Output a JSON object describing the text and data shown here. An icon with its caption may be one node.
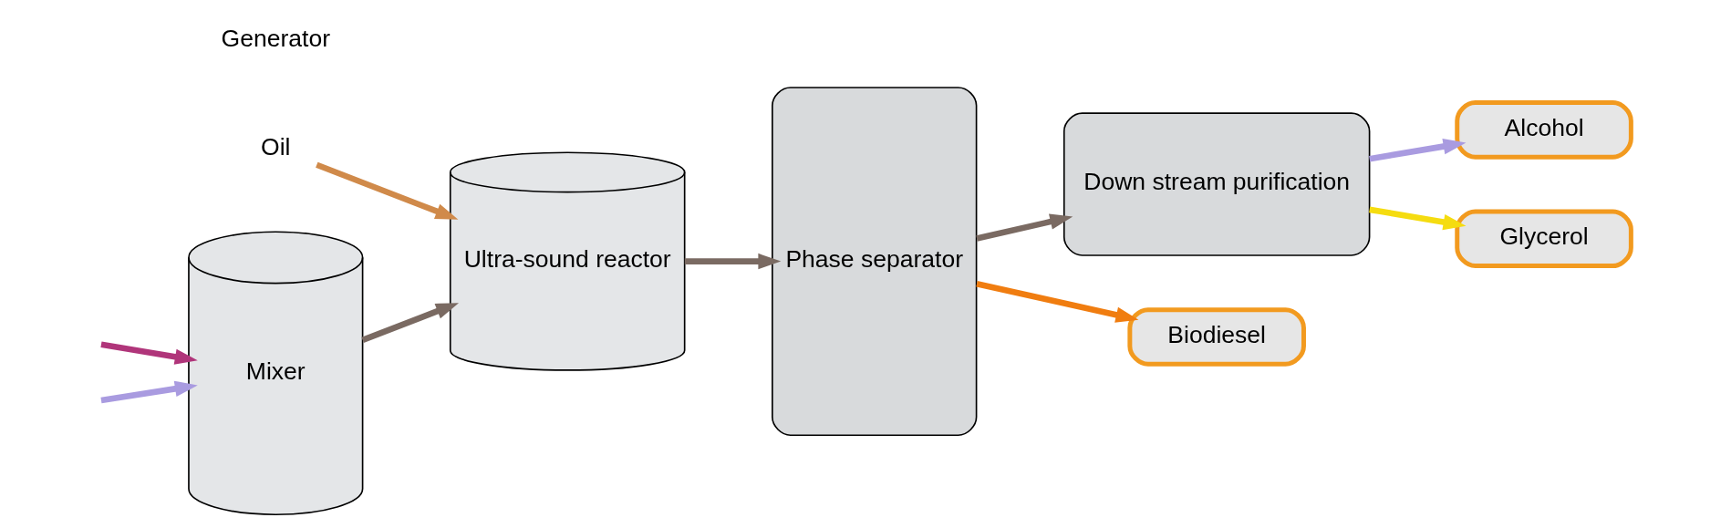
{
  "diagram": {
    "nodes": [
      {
        "text": [
          "Mixer"
        ]
      },
      {
        "text": [
          "Ultra-sound reactor"
        ]
      },
      {
        "text": [
          "Oil"
        ]
      },
      {
        "text": [
          "Phase separator"
        ]
      },
      {
        "text": [
          "Down stream purification"
        ]
      },
      {
        "text": [
          "Biodiesel"
        ]
      },
      {
        "text": [
          "Alcohol"
        ]
      },
      {
        "text": [
          "Glycerol"
        ]
      }
    ],
    "edges": [
      {
        "from": null,
        "to": 0,
        "arrow": "to",
        "color": "#b0357a"
      },
      {
        "from": null,
        "to": 0,
        "arrow": "to",
        "color": "#a99be0"
      },
      {
        "from": 0,
        "to": 1,
        "arrow": "to"
      },
      {
        "from": 2,
        "to": 1,
        "arrow": "to",
        "color": "#d08a4a"
      },
      {
        "from": 1,
        "to": 3,
        "arrow": "to"
      },
      {
        "from": 3,
        "to": 5,
        "arrow": "to",
        "color": "#f07d10"
      },
      {
        "from": 3,
        "to": 4,
        "arrow": "to"
      },
      {
        "from": 4,
        "to": 6,
        "arrow": "to",
        "color": "#a99be0"
      },
      {
        "from": 4,
        "to": 7,
        "arrow": "to",
        "color": "#f5dc10"
      }
    ],
    "labels": [
      "Generator"
    ]
  }
}
